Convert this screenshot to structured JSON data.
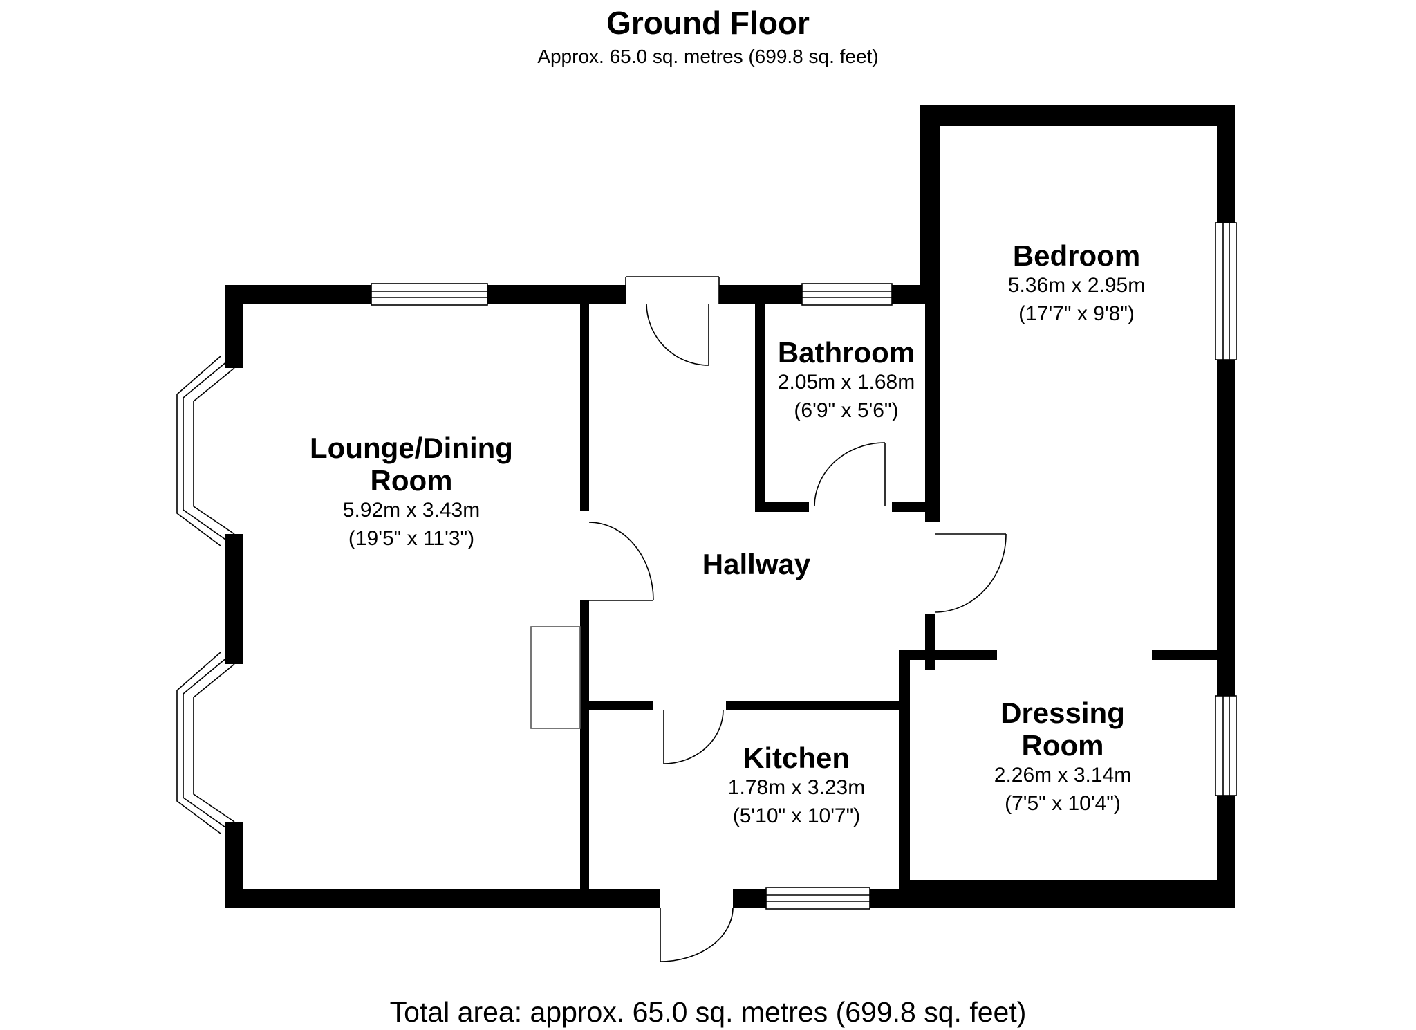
{
  "floor": {
    "title": "Ground Floor",
    "subtitle": "Approx. 65.0 sq. metres (699.8 sq. feet)"
  },
  "rooms": {
    "lounge": {
      "name_line1": "Lounge/Dining",
      "name_line2": "Room",
      "metric": "5.92m x 3.43m",
      "imperial": "(19'5\" x 11'3\")"
    },
    "bathroom": {
      "name": "Bathroom",
      "metric": "2.05m x 1.68m",
      "imperial": "(6'9\" x 5'6\")"
    },
    "bedroom": {
      "name": "Bedroom",
      "metric": "5.36m x 2.95m",
      "imperial": "(17'7\" x 9'8\")"
    },
    "hallway": {
      "name": "Hallway"
    },
    "kitchen": {
      "name": "Kitchen",
      "metric": "1.78m x 3.23m",
      "imperial": "(5'10\" x 10'7\")"
    },
    "dressing": {
      "name_line1": "Dressing",
      "name_line2": "Room",
      "metric": "2.26m x 3.14m",
      "imperial": "(7'5\" x 10'4\")"
    }
  },
  "footer": {
    "total": "Total area: approx. 65.0 sq. metres (699.8 sq. feet)"
  },
  "colors": {
    "wall": "#000000",
    "background": "#ffffff",
    "fixture": "#555555"
  }
}
